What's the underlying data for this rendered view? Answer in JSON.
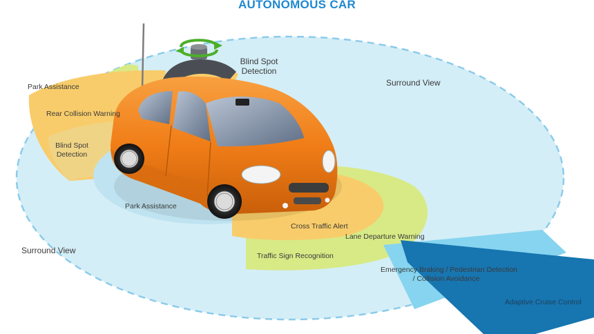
{
  "title": "AUTONOMOUS CAR",
  "labels": {
    "park_assistance_rear": "Park Assistance",
    "rear_collision_warning": "Rear Collision Warning",
    "blind_spot_left_1": "Blind Spot",
    "blind_spot_left_2": "Detection",
    "blind_spot_top_1": "Blind Spot",
    "blind_spot_top_2": "Detection",
    "surround_view_right": "Surround View",
    "surround_view_left": "Surround View",
    "park_assistance_side": "Park Assistance",
    "cross_traffic_alert": "Cross Traffic Alert",
    "lane_departure_warning": "Lane Departure Warning",
    "traffic_sign_recognition": "Traffic Sign Recognition",
    "emergency_braking_1": "Emergency Braking / Pedestrian Detection",
    "emergency_braking_2": "/ Collision Avoidance",
    "adaptive_cruise_control": "Adaptive Cruise Control"
  },
  "colors": {
    "title": "#1e88d0",
    "surround": "#d4eef7",
    "dashed_ring": "#8ccbea",
    "green_zone": "#d7ea86",
    "yellow_zone": "#f8cc6a",
    "light_blue_beam": "#86d4ef",
    "dark_blue_beam": "#1775b0",
    "car_body": "#f07d17",
    "car_dark": "#c95f0a",
    "glass": "#7f8fa6",
    "lidar_arrow": "#4caf2a"
  },
  "icons": {
    "lidar": "rotating-lidar-sensor-icon",
    "camera": "front-camera-icon",
    "antenna": "antenna-icon"
  }
}
